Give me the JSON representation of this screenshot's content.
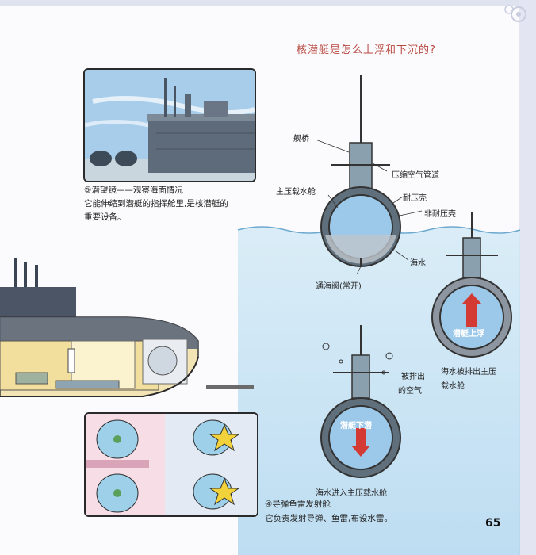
{
  "title": "核潜艇是怎么上浮和下沉的?",
  "page_number": "65",
  "periscope": {
    "heading": "⑤潜望镜——观察海面情况",
    "desc_line1": "它能伸缩到潜艇的指挥舱里,是核潜艇的",
    "desc_line2": "重要设备。"
  },
  "torpedo": {
    "heading": "④导弹鱼雷发射舱",
    "desc": "它负责发射导弹、鱼雷,布设水雷。"
  },
  "diagram": {
    "bridge": "舰桥",
    "compressed_air": "压缩空气管道",
    "main_ballast": "主压载水舱",
    "pressure_hull": "耐压壳",
    "non_pressure_hull": "非耐压壳",
    "sea_water": "海水",
    "sea_valve": "通海阀(常开)",
    "rise": "潜艇上浮",
    "water_expelled_1": "海水被排出主压",
    "water_expelled_2": "载水舱",
    "dive": "潜艇下潜",
    "air_expelled_1": "被排出",
    "air_expelled_2": "的空气",
    "water_enter": "海水进入主压载水舱"
  },
  "colors": {
    "title_red": "#b8473f",
    "sea_blue": "#bfe0f2",
    "hull_grey": "#8aa0ae",
    "arrow_red": "#d23a33"
  }
}
